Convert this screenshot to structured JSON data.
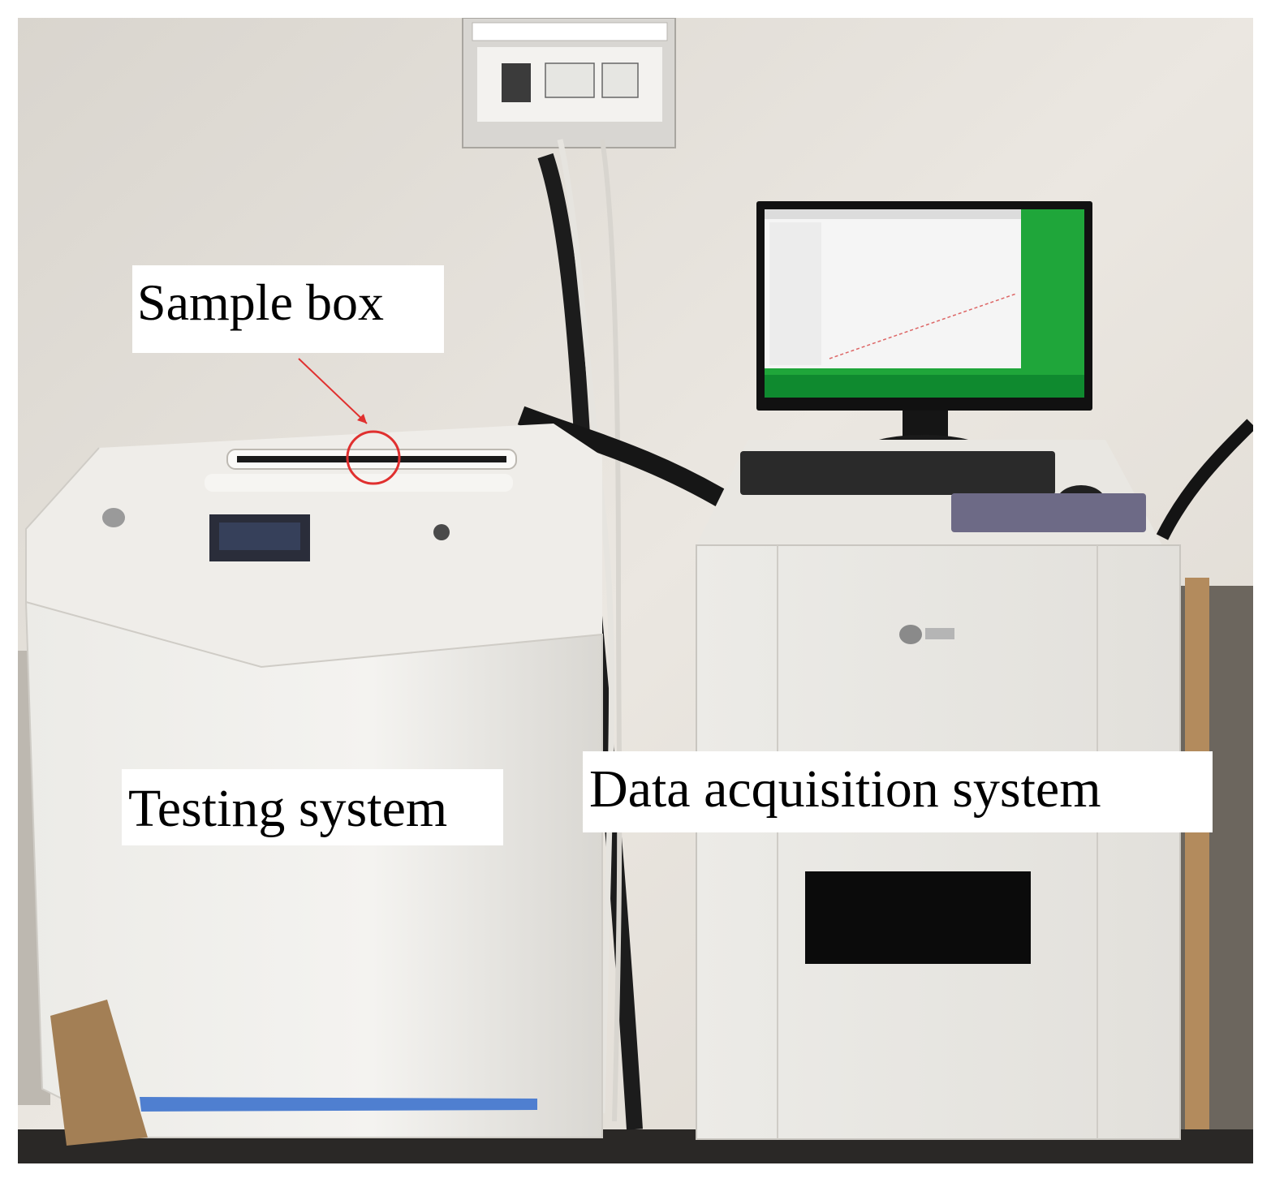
{
  "figure": {
    "labels": {
      "sample_box": "Sample box",
      "testing_system": "Testing system",
      "data_acquisition_system": "Data acquisition system"
    },
    "colors": {
      "wall": "#e9e5df",
      "cabinet": "#f1efeb",
      "screen_green": "#1fa63a",
      "annotation_red": "#e0302f",
      "stripe_blue": "#4f7fd0"
    }
  }
}
